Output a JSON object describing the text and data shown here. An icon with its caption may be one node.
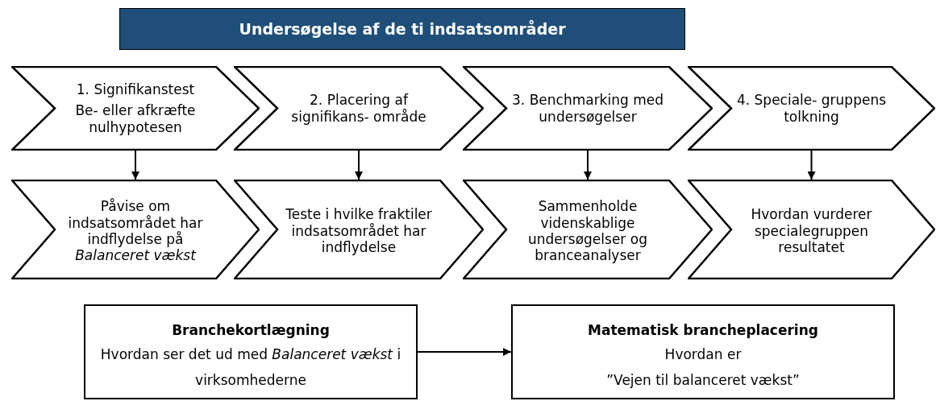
{
  "diagram": {
    "nodes": [
      {
        "text": [
          "Undersøgelse af de ti indsatsområder"
        ]
      },
      {
        "text": [
          "1. Signifikanstest",
          "Be- eller afkræfte nulhypotesen"
        ]
      },
      {
        "text": [
          "2. Placering af signifikans- område"
        ]
      },
      {
        "text": [
          "3. Benchmarking med undersøgelser"
        ]
      },
      {
        "text": [
          "4. Speciale- gruppens tolkning"
        ]
      },
      {
        "text": [
          "Påvise om indsatsområdet har indflydelse på *Balanceret vækst*"
        ]
      },
      {
        "text": [
          "Teste i hvilke fraktiler indsatsområdet har indflydelse"
        ]
      },
      {
        "text": [
          "Sammenholde videnskablige undersøgelser og branceanalyser"
        ]
      },
      {
        "text": [
          "Hvordan vurderer specialegruppen resultatet"
        ]
      },
      {
        "text": [
          "Branchekortlægning",
          "Hvordan ser det ud med *Balanceret vækst* i virksomhederne"
        ]
      },
      {
        "text": [
          "Matematisk brancheplacering",
          "Hvordan er",
          "”Vejen til balanceret vækst”"
        ]
      }
    ],
    "edges": [
      {
        "from": 1,
        "to": 5,
        "arrow": "to"
      },
      {
        "from": 2,
        "to": 6,
        "arrow": "to"
      },
      {
        "from": 3,
        "to": 7,
        "arrow": "to"
      },
      {
        "from": 4,
        "to": 8,
        "arrow": "to"
      },
      {
        "from": 9,
        "to": 10,
        "arrow": "to"
      }
    ]
  }
}
